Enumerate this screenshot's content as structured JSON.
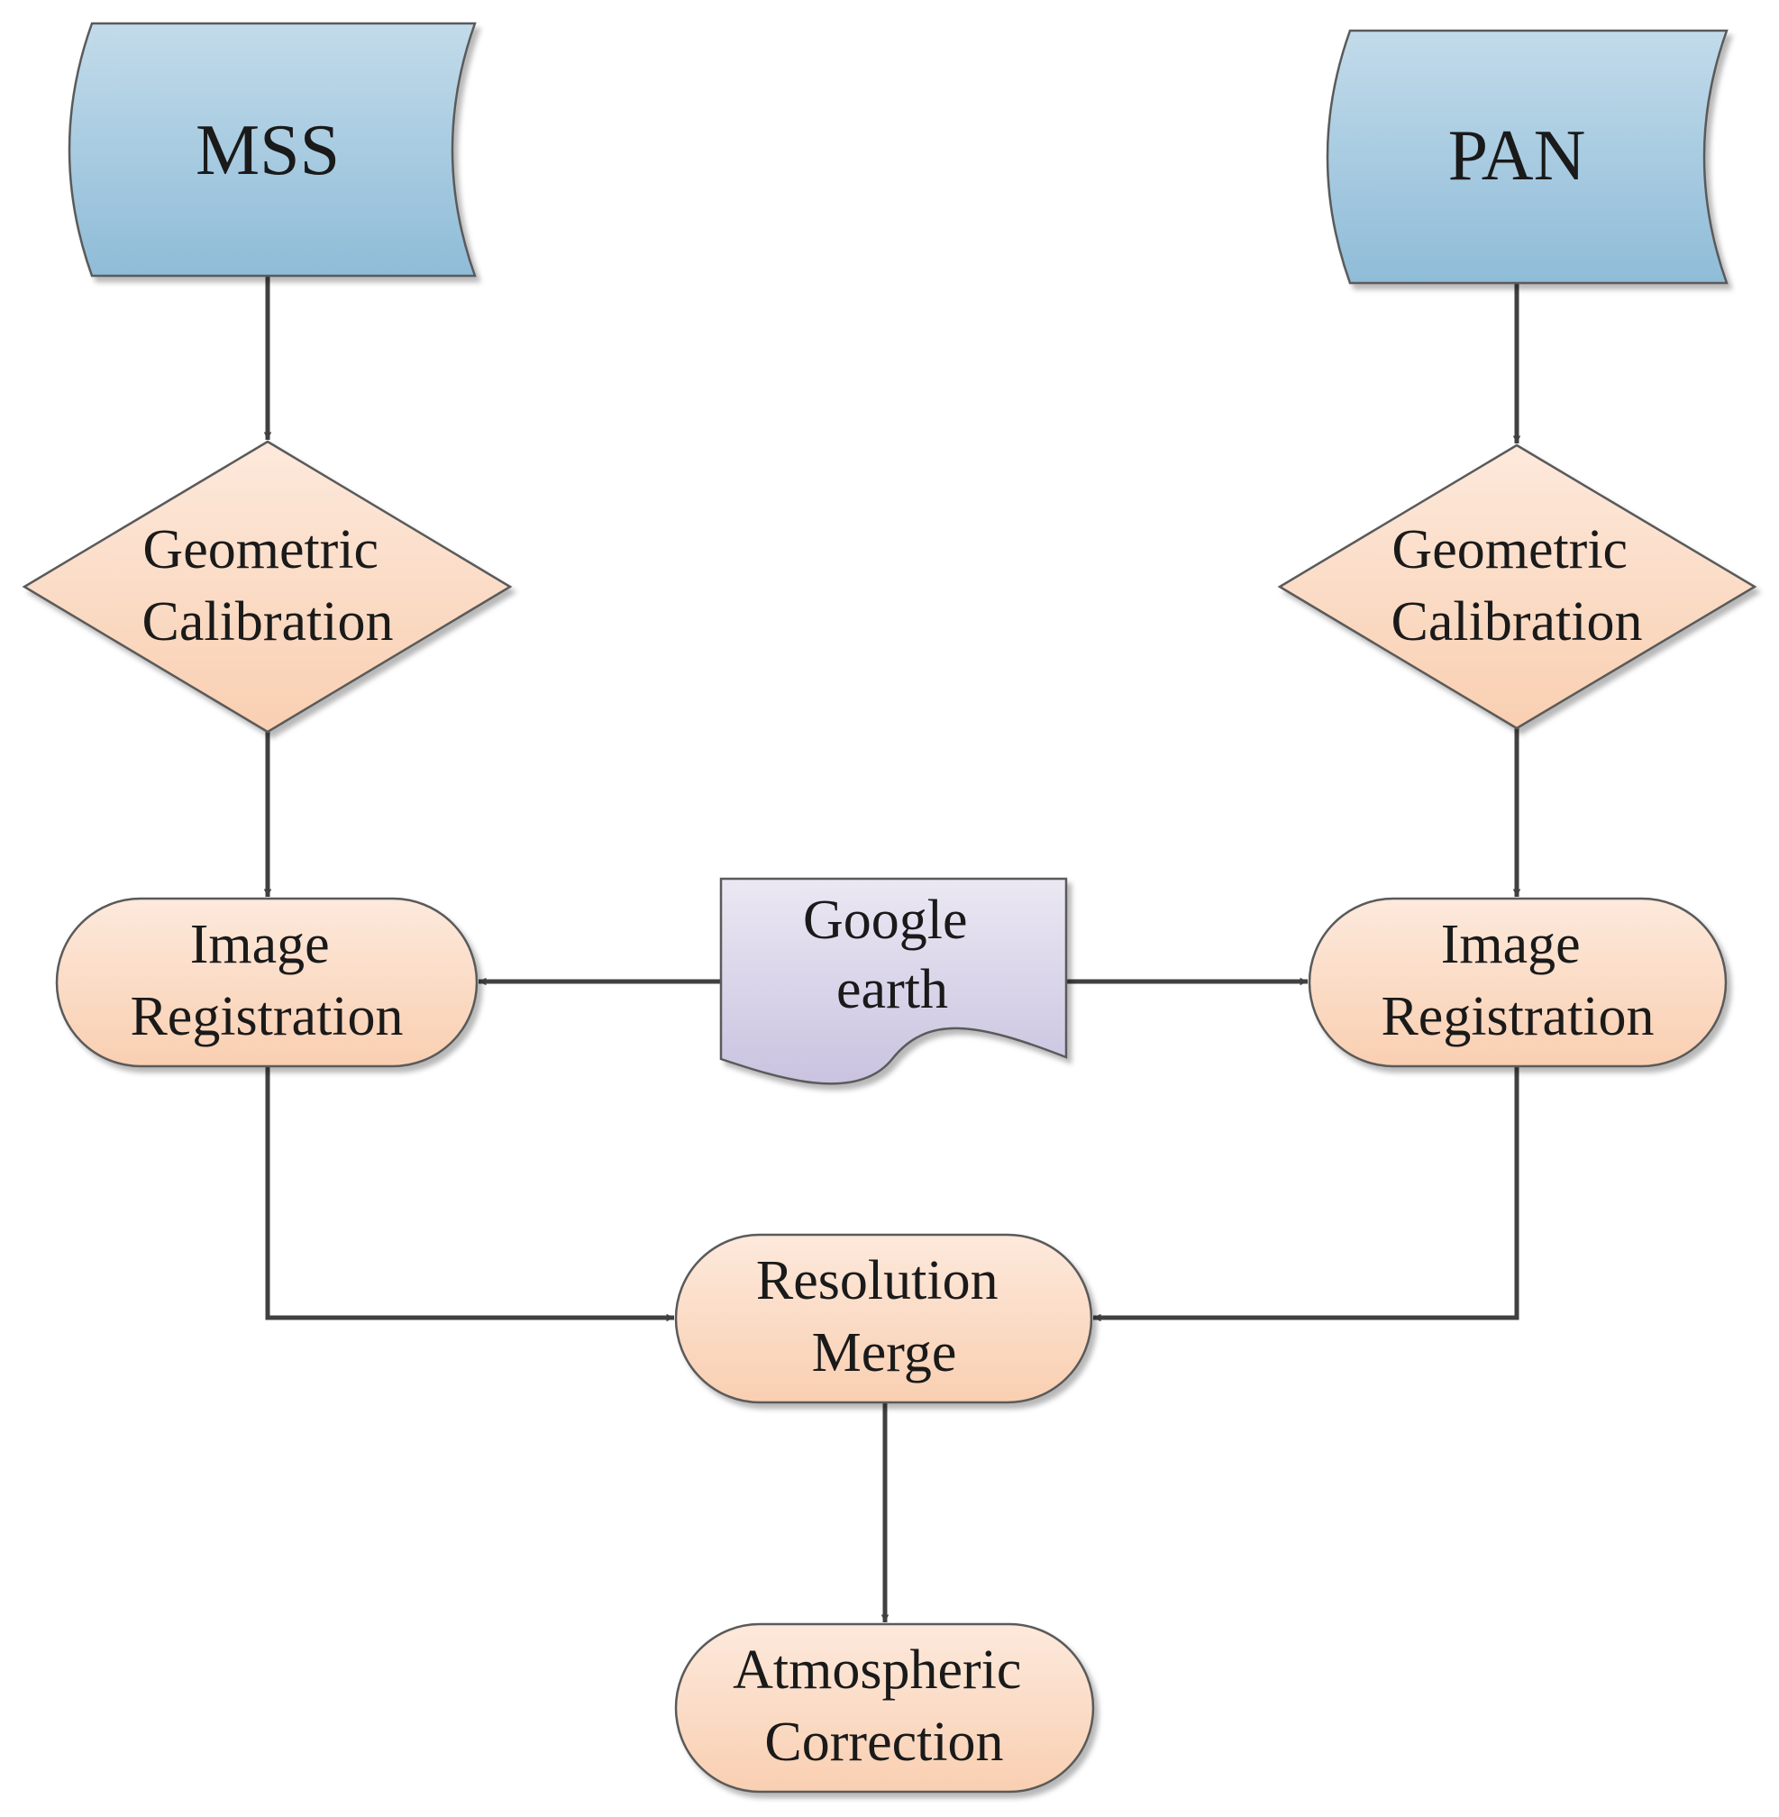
{
  "nodes": {
    "mss": {
      "label": "MSS"
    },
    "pan": {
      "label": "PAN"
    },
    "geo_cal_left": {
      "lines": [
        "Geometric",
        "Calibration"
      ]
    },
    "geo_cal_right": {
      "lines": [
        "Geometric",
        "Calibration"
      ]
    },
    "google_earth": {
      "lines": [
        "Google",
        "earth"
      ]
    },
    "img_reg_left": {
      "lines": [
        "Image",
        "Registration"
      ]
    },
    "img_reg_right": {
      "lines": [
        "Image",
        "Registration"
      ]
    },
    "resolution_merge": {
      "lines": [
        "Resolution",
        "Merge"
      ]
    },
    "atmospheric_correction": {
      "lines": [
        "Atmospheric",
        "Correction"
      ]
    }
  },
  "edges": [
    {
      "from": "MSS",
      "to": "Geometric Calibration (left)"
    },
    {
      "from": "PAN",
      "to": "Geometric Calibration (right)"
    },
    {
      "from": "Geometric Calibration (left)",
      "to": "Image Registration (left)"
    },
    {
      "from": "Geometric Calibration (right)",
      "to": "Image Registration (right)"
    },
    {
      "from": "Google earth",
      "to": "Image Registration (left)"
    },
    {
      "from": "Google earth",
      "to": "Image Registration (right)"
    },
    {
      "from": "Image Registration (left)",
      "to": "Resolution Merge"
    },
    {
      "from": "Image Registration (right)",
      "to": "Resolution Merge"
    },
    {
      "from": "Resolution Merge",
      "to": "Atmospheric Correction"
    }
  ],
  "colors": {
    "source_fill_top": "#c2dbea",
    "source_fill_bottom": "#8fbcd8",
    "process_fill_top": "#fde9dc",
    "process_fill_bottom": "#f9cfb1",
    "document_fill_top": "#ebe8f3",
    "document_fill_bottom": "#c9c3e0",
    "connector": "#404040"
  }
}
